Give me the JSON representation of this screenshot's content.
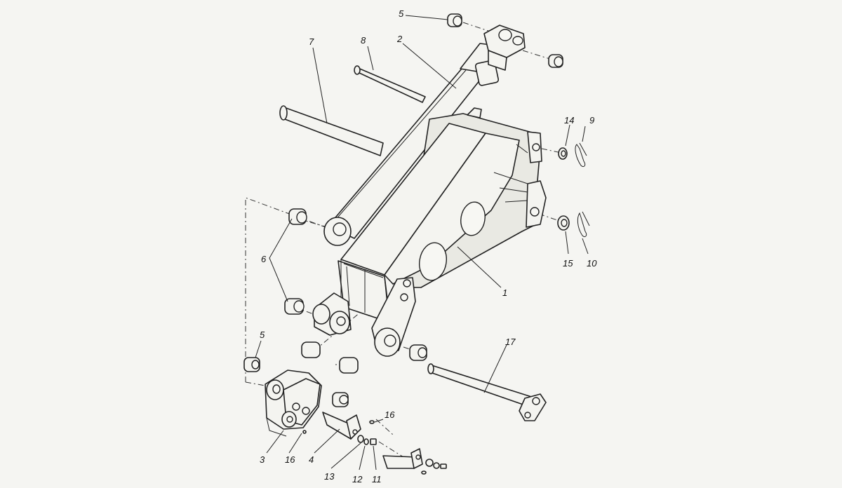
{
  "callouts": {
    "c1": "1",
    "c2": "2",
    "c3": "3",
    "c4": "4",
    "c5_top": "5",
    "c5_left": "5",
    "c6": "6",
    "c7": "7",
    "c8": "8",
    "c9": "9",
    "c10": "10",
    "c11": "11",
    "c12": "12",
    "c13": "13",
    "c14": "14",
    "c15": "15",
    "c16_right": "16",
    "c16_bottom": "16",
    "c17": "17"
  }
}
